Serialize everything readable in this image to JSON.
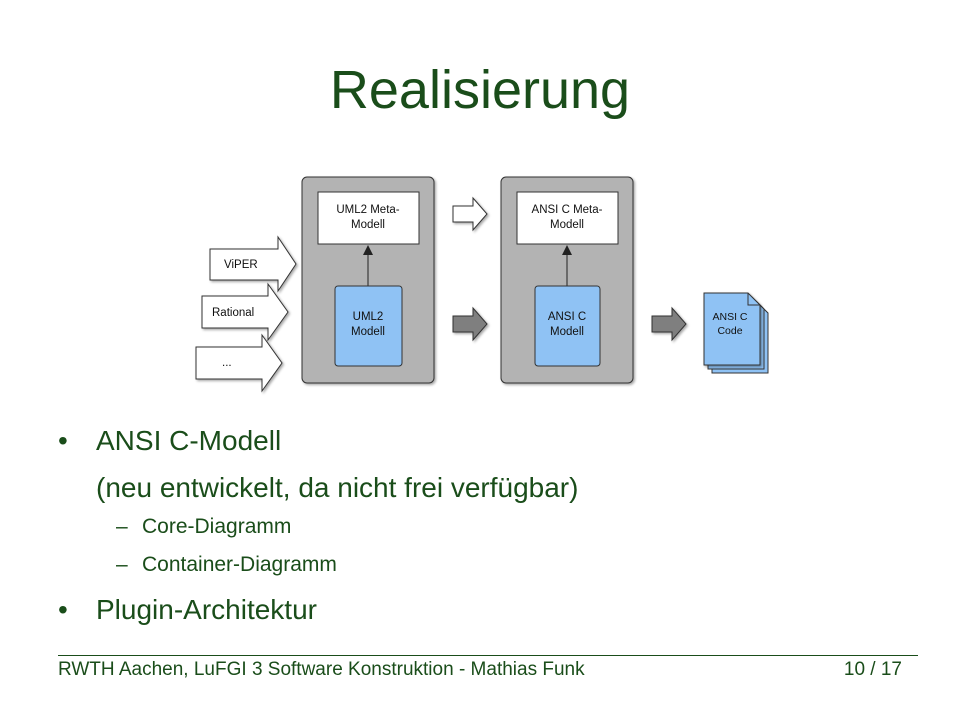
{
  "slide": {
    "title": "Realisierung",
    "colors": {
      "text": "#1a4d1a",
      "panel": "#b3b3b3",
      "blue_box": "#8fc2f4"
    }
  },
  "diagram": {
    "inputs": [
      "ViPER",
      "Rational",
      "..."
    ],
    "uml_panel": {
      "meta": [
        "UML2 Meta-",
        "Modell"
      ],
      "model": [
        "UML2",
        "Modell"
      ]
    },
    "ansi_panel": {
      "meta": [
        "ANSI C Meta-",
        "Modell"
      ],
      "model": [
        "ANSI C",
        "Modell"
      ]
    },
    "output": [
      "ANSI C",
      "Code"
    ]
  },
  "bullets": [
    {
      "text": "ANSI C-Modell",
      "continuation": "(neu entwickelt, da nicht frei verfügbar)",
      "sub": [
        "Core-Diagramm",
        "Container-Diagramm"
      ]
    },
    {
      "text": "Plugin-Architektur"
    }
  ],
  "bullet_glyph": "•",
  "sub_glyph": "–",
  "footer": {
    "left": "RWTH Aachen, LuFGI 3 Software Konstruktion - Mathias Funk",
    "right": "10 / 17"
  }
}
